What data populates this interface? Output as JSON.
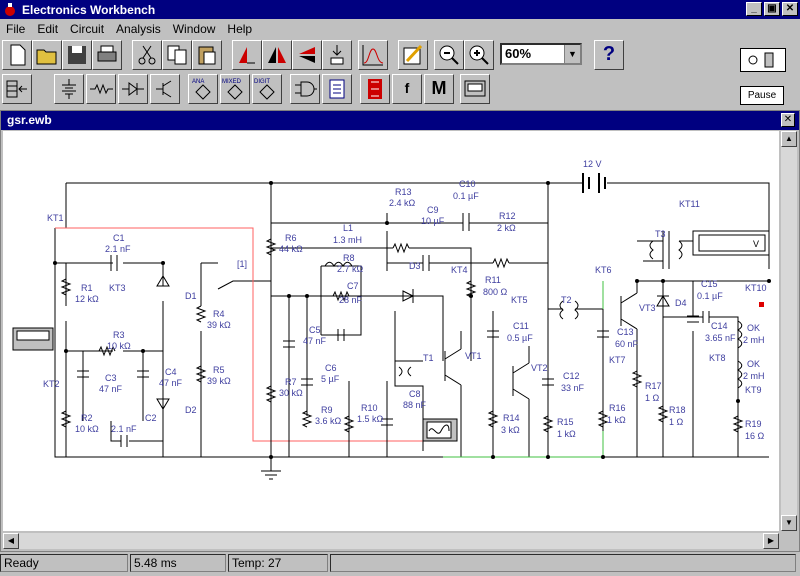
{
  "app": {
    "title": "Electronics Workbench",
    "window_buttons": [
      "_",
      "▣",
      "✕"
    ]
  },
  "menu": [
    "File",
    "Edit",
    "Circuit",
    "Analysis",
    "Window",
    "Help"
  ],
  "toolbar": {
    "zoom_value": "60%",
    "help_label": "?",
    "pause_label": "Pause",
    "ana_label": "ANA",
    "mixed_label": "MIXED",
    "digit_label": "DIGIT",
    "m_label": "M",
    "f_label": "f"
  },
  "document": {
    "title": "gsr.ewb",
    "close_label": "✕"
  },
  "circuit": {
    "labels": {
      "v12": "12 V",
      "kt1": "KT1",
      "kt2": "KT2",
      "kt3": "KT3",
      "kt4": "KT4",
      "kt5": "KT5",
      "kt6": "KT6",
      "kt7": "KT7",
      "kt8": "KT8",
      "kt9": "KT9",
      "kt10": "KT10",
      "kt11": "KT11",
      "c1": "C1",
      "c1v": "2.1 nF",
      "r1": "R1",
      "r1v": "12 kΩ",
      "r2": "R2",
      "r2v": "10 kΩ",
      "r3": "R3",
      "r3v": "10 kΩ",
      "c2": "C2",
      "c2v": "2.1 nF",
      "c3": "C3",
      "c3v": "47 nF",
      "c4": "C4",
      "c4v": "47 nF",
      "d1": "D1",
      "d2": "D2",
      "r4": "R4",
      "r4v": "39 kΩ",
      "r5": "R5",
      "r5v": "39 kΩ",
      "sw": "[1]",
      "r6": "R6",
      "r6v": "44 kΩ",
      "r7": "R7",
      "r7v": "30 kΩ",
      "c5": "C5",
      "c5v": "47 nF",
      "r9": "R9",
      "r9v": "3.6 kΩ",
      "c6": "C6",
      "c6v": "5 µF",
      "r10": "R10",
      "r10v": "1.5 kΩ",
      "c8": "C8",
      "c8v": "88 nF",
      "r13": "R13",
      "r13v": "2.4 kΩ",
      "c10": "C10",
      "c10v": "0.1 µF",
      "c9": "C9",
      "c9v": "10 µF",
      "r12": "R12",
      "r12v": "2 kΩ",
      "l1": "L1",
      "l1v": "1.3 mH",
      "r8": "R8",
      "r8v": "2.7 kΩ",
      "c7": "C7",
      "c7v": "28 nF",
      "d3": "D3",
      "r11": "R11",
      "r11v": "800 Ω",
      "t1": "T1",
      "vt1": "VT1",
      "c11": "C11",
      "c11v": "0.5 µF",
      "vt2": "VT2",
      "c12": "C12",
      "c12v": "33 nF",
      "r14": "R14",
      "r14v": "3 kΩ",
      "r15": "R15",
      "r15v": "1 kΩ",
      "t2": "T2",
      "c13": "C13",
      "c13v": "60 nF",
      "r16": "R16",
      "r16v": "1 kΩ",
      "vt3": "VT3",
      "r17": "R17",
      "r17v": "1 Ω",
      "r18": "R18",
      "r18v": "1 Ω",
      "d4": "D4",
      "c15": "C15",
      "c15v": "0.1 µF",
      "c14": "C14",
      "c14v": "3.65 nF",
      "ok1": "OK",
      "ok1v": "2 mH",
      "ok2": "OK",
      "ok2v": "2 mH",
      "r19": "R19",
      "r19v": "16 Ω",
      "t3": "T3",
      "meter": "V"
    }
  },
  "status": {
    "ready": "Ready",
    "time": "5.48 ms",
    "temp": "Temp:  27"
  },
  "colors": {
    "title_bg": "#000080",
    "wire": "#000000",
    "red_wire": "#ff6060",
    "green_wire": "#40c040",
    "label": "#4040a0"
  }
}
